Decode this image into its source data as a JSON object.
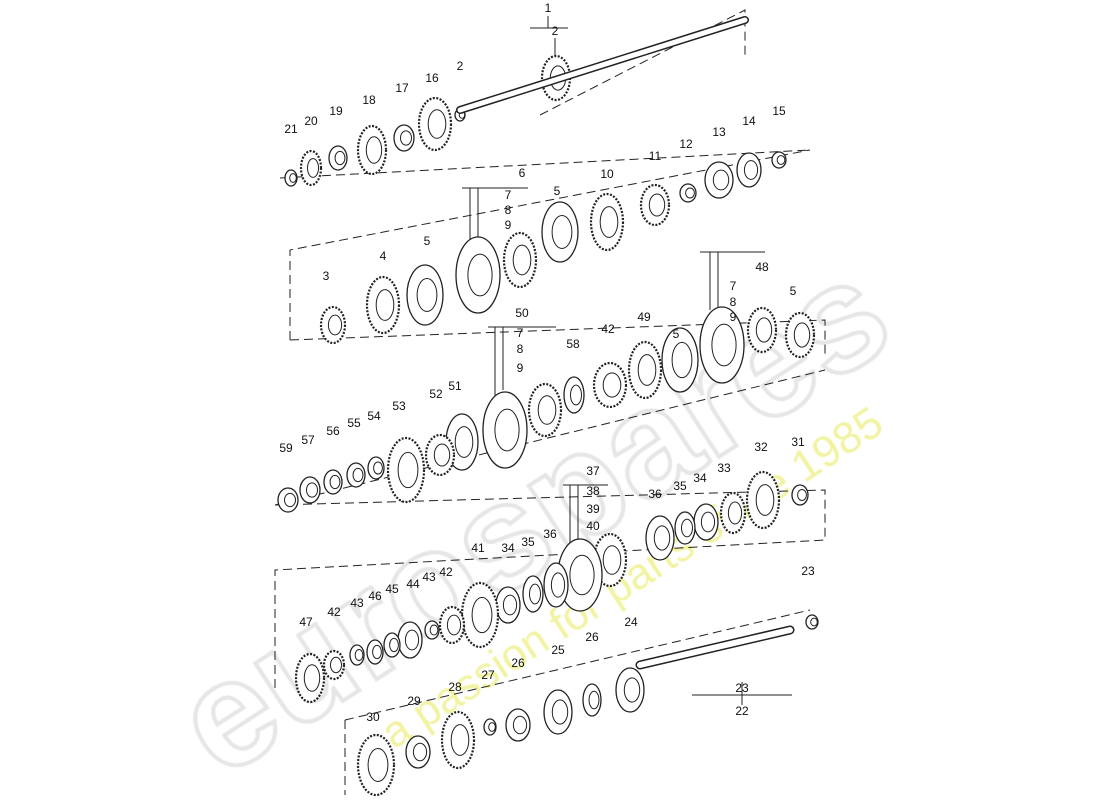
{
  "title": "Transmission gear set exploded parts diagram",
  "watermark": {
    "brand": "eurospares",
    "tagline": "a passion for parts since 1985",
    "brand_color": "#e6e6e6",
    "tagline_color": "#eef08a"
  },
  "labels": [
    "1",
    "2",
    "2",
    "16",
    "17",
    "18",
    "19",
    "20",
    "21",
    "15",
    "14",
    "13",
    "12",
    "11",
    "10",
    "6",
    "7",
    "8",
    "9",
    "5",
    "5",
    "4",
    "3",
    "48",
    "7",
    "8",
    "9",
    "5",
    "50",
    "7",
    "8",
    "9",
    "58",
    "42",
    "49",
    "5",
    "52",
    "51",
    "53",
    "54",
    "55",
    "56",
    "57",
    "59",
    "37",
    "38",
    "39",
    "40",
    "32",
    "31",
    "33",
    "34",
    "35",
    "36",
    "36",
    "35",
    "34",
    "41",
    "42",
    "43",
    "44",
    "45",
    "46",
    "43",
    "42",
    "47",
    "23",
    "24",
    "26",
    "25",
    "26",
    "27",
    "28",
    "29",
    "30",
    "23",
    "22"
  ]
}
